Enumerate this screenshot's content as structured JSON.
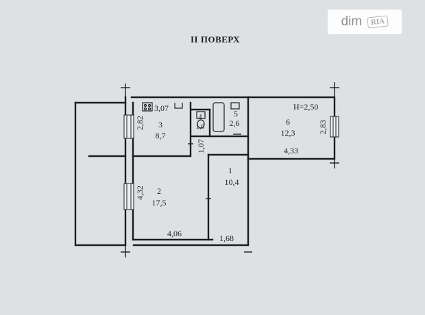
{
  "floor_title": "II ПОВЕРХ",
  "watermark": {
    "brand": "dim",
    "badge": "RIA"
  },
  "rooms": [
    {
      "number": "1",
      "area": "10,4"
    },
    {
      "number": "2",
      "area": "17,5"
    },
    {
      "number": "3",
      "area": "8,7"
    },
    {
      "number": "4",
      "area": "1,0"
    },
    {
      "number": "5",
      "area": "2,6"
    },
    {
      "number": "6",
      "area": "12,3"
    }
  ],
  "dimensions": {
    "room3_width": "3,07",
    "room3_depth": "2,82",
    "room2_depth": "4,32",
    "room2_width": "4,06",
    "hall_width": "1,68",
    "corridor_width": "1,07",
    "room6_width": "4,33",
    "room6_depth": "2,83",
    "ceiling_height": "Н=2,50"
  }
}
